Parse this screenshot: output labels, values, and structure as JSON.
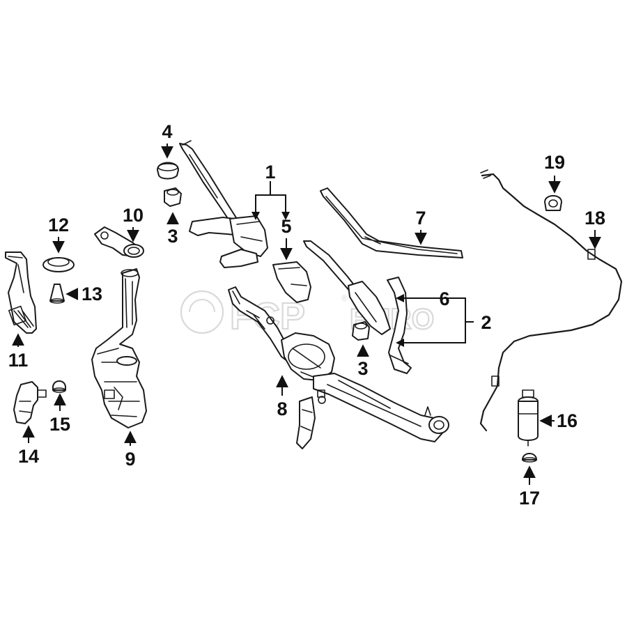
{
  "diagram": {
    "watermark": {
      "brand_a": "FCP",
      "brand_b": "EURO",
      "registered": "®"
    },
    "callouts": [
      "1",
      "2",
      "3",
      "4",
      "5",
      "6",
      "7",
      "8",
      "9",
      "10",
      "11",
      "12",
      "13",
      "14",
      "15",
      "16",
      "17",
      "18",
      "19"
    ],
    "colors": {
      "line": "#1a1a1a",
      "background": "#ffffff",
      "watermark": "#d9d9d9"
    }
  }
}
